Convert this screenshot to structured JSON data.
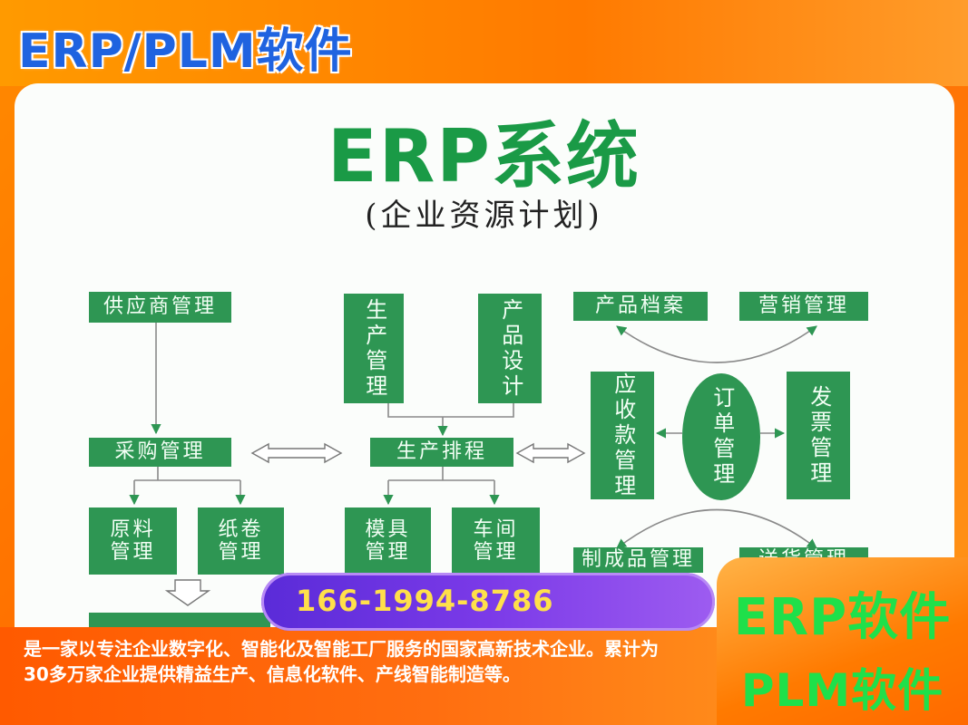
{
  "header": {
    "title": "ERP/PLM软件"
  },
  "diagram": {
    "title": "ERP系统",
    "subtitle": "(企业资源计划)",
    "nodes": {
      "supplier": "供应商管理",
      "production_mgmt": "生产管理",
      "product_design": "产品设计",
      "product_archive": "产品档案",
      "marketing": "营销管理",
      "purchase": "采购管理",
      "scheduling": "生产排程",
      "receivables": "应收款管理",
      "order": "订单管理",
      "shipping": "发票管理",
      "raw_material": "原料管理",
      "paper_roll": "纸卷管理",
      "mold": "模具管理",
      "workshop": "车间管理",
      "finished_goods": "制成品管理",
      "delivery": "送货管理"
    }
  },
  "banner": {
    "phone": "166-1994-8786",
    "description": "是一家以专注企业数字化、智能化及智能工厂服务的国家高新技术企业。累计为30多万家企业提供精益生产、信息化软件、产线智能制造等。",
    "right_line1": "ERP软件",
    "right_line2": "PLM软件"
  },
  "colors": {
    "node_green": "#2e9653",
    "title_green": "#1a9a46",
    "header_blue": "#1f63e0",
    "phone_yellow": "#ffe04a",
    "right_green": "#1fe04a"
  }
}
